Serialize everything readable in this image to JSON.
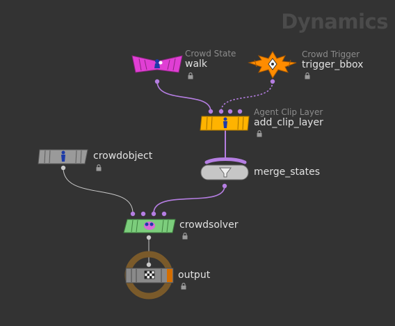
{
  "network": {
    "context_title": "Dynamics",
    "colors": {
      "background": "#333333",
      "wire": "#c9c9c9",
      "wire_selected": "#b57ee2",
      "crowd_state": "#e03fd4",
      "crowd_trigger": "#ff8c00",
      "agent_clip_layer": "#ffb300",
      "crowdobject": "#9a9a9a",
      "merge": "#c6c6c6",
      "crowdsolver": "#7ccd7c",
      "output": "#8a8a8a",
      "output_ring": "#7a5a2a"
    },
    "nodes": [
      {
        "id": "walk",
        "type_label": "Crowd State",
        "name": "walk",
        "icon": "walking-figure-icon",
        "locked": true
      },
      {
        "id": "trigger_bbox",
        "type_label": "Crowd Trigger",
        "name": "trigger_bbox",
        "icon": "trigger-starburst-icon",
        "locked": true
      },
      {
        "id": "add_clip_layer",
        "type_label": "Agent Clip Layer",
        "name": "add_clip_layer",
        "icon": "agent-figure-icon",
        "locked": true
      },
      {
        "id": "crowdobject",
        "type_label": "",
        "name": "crowdobject",
        "icon": "person-figure-icon",
        "locked": true
      },
      {
        "id": "merge_states",
        "type_label": "",
        "name": "merge_states",
        "icon": "funnel-icon",
        "locked": false
      },
      {
        "id": "crowdsolver",
        "type_label": "",
        "name": "crowdsolver",
        "icon": "crowd-solver-icon",
        "locked": true
      },
      {
        "id": "output",
        "type_label": "",
        "name": "output",
        "icon": "checkered-flag-icon",
        "locked": true
      }
    ]
  }
}
